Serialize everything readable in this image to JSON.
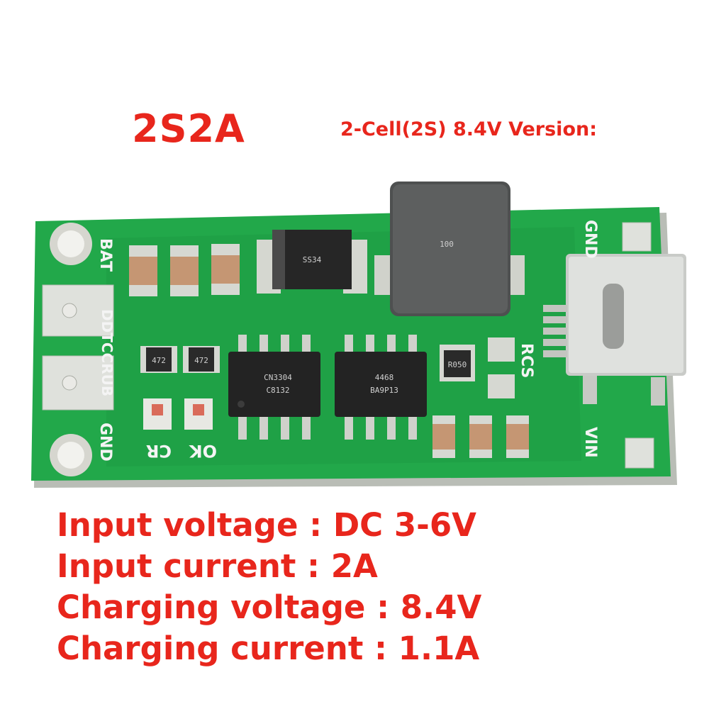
{
  "header": {
    "title": "2S2A",
    "subtitle": "2-Cell(2S) 8.4V Version:"
  },
  "specs": [
    "Input voltage : DC 3-6V",
    "Input current : 2A",
    "Charging voltage : 8.4V",
    "Charging current : 1.1A"
  ],
  "board": {
    "labels": {
      "bat": "BAT",
      "gnd_left": "GND",
      "model": "DDTCCRUB",
      "cr": "CR",
      "ok": "OK",
      "rcs": "RCS",
      "gnd_right": "GND",
      "vin": "VIN"
    },
    "markings": {
      "inductor": "100",
      "diode": "SS34",
      "chip1_line1": "CN3304",
      "chip1_line2": "C8132",
      "chip2_line1": "4468",
      "chip2_line2": "BA9P13",
      "resistor_rcs": "R050",
      "resistor1": "472",
      "resistor2": "472"
    },
    "colors": {
      "pcb": "#22a84a",
      "pcb_dark": "#13853a",
      "silkscreen": "#f4f4f4",
      "pad": "#d9dcd6"
    }
  }
}
